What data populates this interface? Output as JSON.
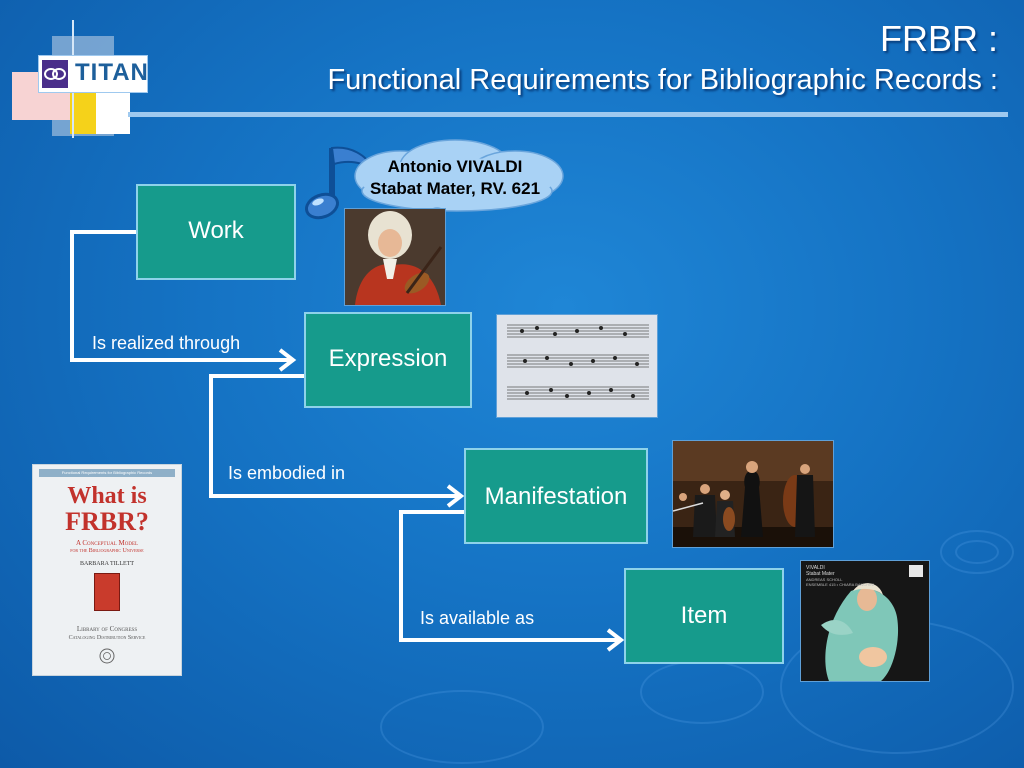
{
  "header": {
    "title_line1": "FRBR :",
    "title_line2": "Functional Requirements for Bibliographic Records :",
    "logo_text": "TITAN"
  },
  "callout": {
    "line1": "Antonio VIVALDI",
    "line2": "Stabat Mater, RV. 621"
  },
  "entities": {
    "work": "Work",
    "expression": "Expression",
    "manifestation": "Manifestation",
    "item": "Item"
  },
  "relations": {
    "realized": "Is realized through",
    "embodied": "Is embodied in",
    "available": "Is available as"
  },
  "book_cover": {
    "series": "Functional Requirements for Bibliographic Records",
    "title_line1": "What is",
    "title_line2": "FRBR?",
    "subtitle_line1": "A Conceptual Model",
    "subtitle_line2": "for the Bibliographic Universe",
    "author": "Barbara Tillett",
    "publisher_line1": "Library of Congress",
    "publisher_line2": "Cataloging Distribution Service"
  },
  "cd_cover": {
    "composer": "VIVALDI",
    "work": "Stabat Mater",
    "performers_line1": "ANDREAS SCHOLL",
    "performers_line2": "ENSEMBLE 415 • CHIARA BANCHINI"
  },
  "colors": {
    "box_fill": "#169b8c",
    "box_border": "#8ed2ea",
    "background": "#1573c4"
  }
}
